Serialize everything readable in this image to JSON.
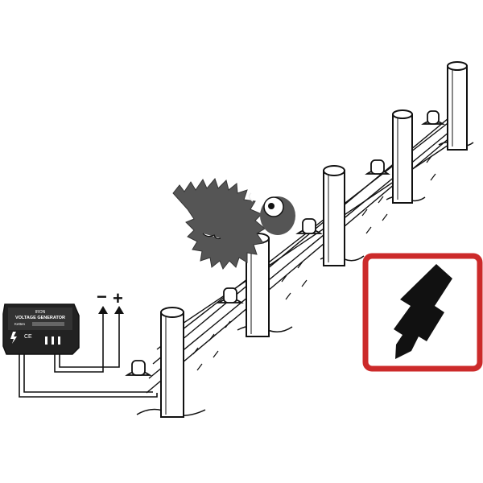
{
  "generator": {
    "brand": "IRON",
    "title": "VOLTAGE GENERATOR",
    "model": "Ketten",
    "ce_mark": "CE"
  },
  "terminals": {
    "minus": "−",
    "plus": "+"
  },
  "warning_sign": {
    "icon": "lightning-bolt-icon",
    "border_color": "#cc2a2a",
    "fill_color": "#ffffff",
    "bolt_color": "#111111"
  },
  "colors": {
    "sheep_body": "#555555",
    "line": "#111111"
  }
}
